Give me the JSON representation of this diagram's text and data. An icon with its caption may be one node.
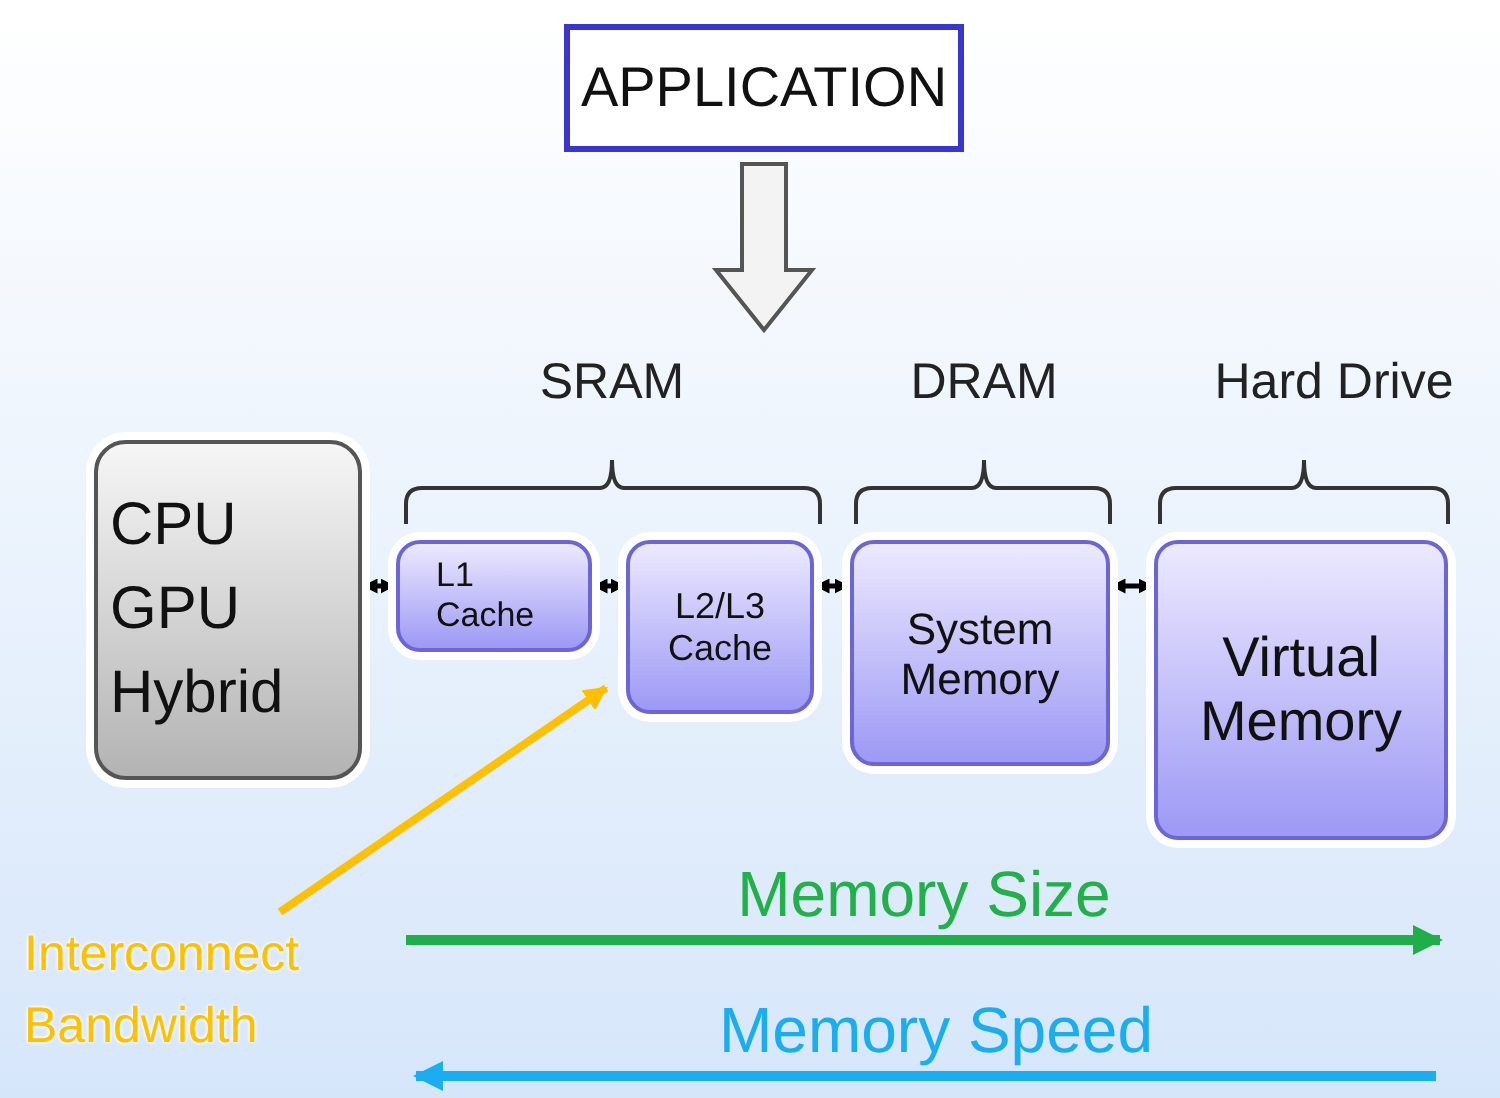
{
  "diagram": {
    "nodes": [
      {
        "text": [
          "APPLICATION"
        ]
      },
      {
        "text": [
          "CPU GPU Hybrid"
        ]
      },
      {
        "text": [
          "L1 Cache"
        ]
      },
      {
        "text": [
          "L2/L3 Cache"
        ]
      },
      {
        "text": [
          "System Memory"
        ]
      },
      {
        "text": [
          "Virtual Memory"
        ]
      },
      {
        "text": [
          "Interconnect Bandwidth"
        ]
      }
    ],
    "edges": [
      {
        "from": 0,
        "to": null,
        "arrow": "to",
        "style": "thick"
      },
      {
        "from": 1,
        "to": 2,
        "arrow": "both"
      },
      {
        "from": 2,
        "to": 3,
        "arrow": "both"
      },
      {
        "from": 3,
        "to": 4,
        "arrow": "both"
      },
      {
        "from": 4,
        "to": 5,
        "arrow": "both"
      },
      {
        "from": 6,
        "to": 3,
        "arrow": "to",
        "color": "#ffc000"
      }
    ],
    "labels": [
      "SRAM",
      "DRAM",
      "Hard Drive",
      "Memory Size",
      "Memory Speed"
    ]
  }
}
